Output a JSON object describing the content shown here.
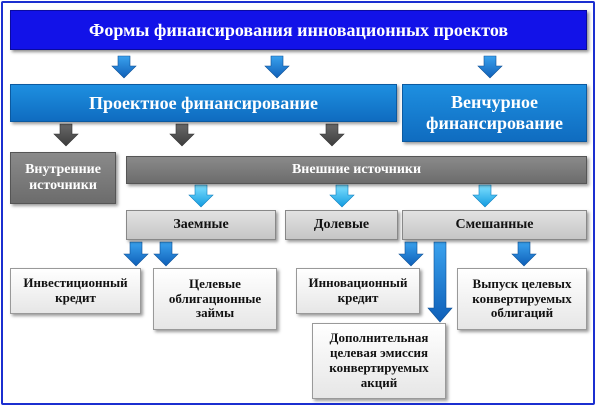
{
  "title": "Формы финансирования инновационных проектов",
  "level1": {
    "project": "Проектное финансирование",
    "venture": "Венчурное финансирование"
  },
  "level2": {
    "internal": "Внутренние источники",
    "external": "Внешние источники"
  },
  "level3": {
    "loan": "Заемные",
    "equity": "Долевые",
    "mixed": "Смешанные"
  },
  "leaves": {
    "investment_credit": "Инвестиционный кредит",
    "target_bond_loans": "Целевые облигационные займы",
    "innovation_credit": "Инновационный кредит",
    "additional_emission": "Дополнительная целевая эмиссия конвертируемых акций",
    "target_convertible_bonds": "Выпуск целевых конвертируемых облигаций"
  },
  "colors": {
    "title_bg": "#1212e8",
    "level1_bg": "#1478d0",
    "arrow_blue": "#1a7fd6",
    "arrow_gray": "#555555",
    "arrow_cyan": "#22b4ee"
  }
}
